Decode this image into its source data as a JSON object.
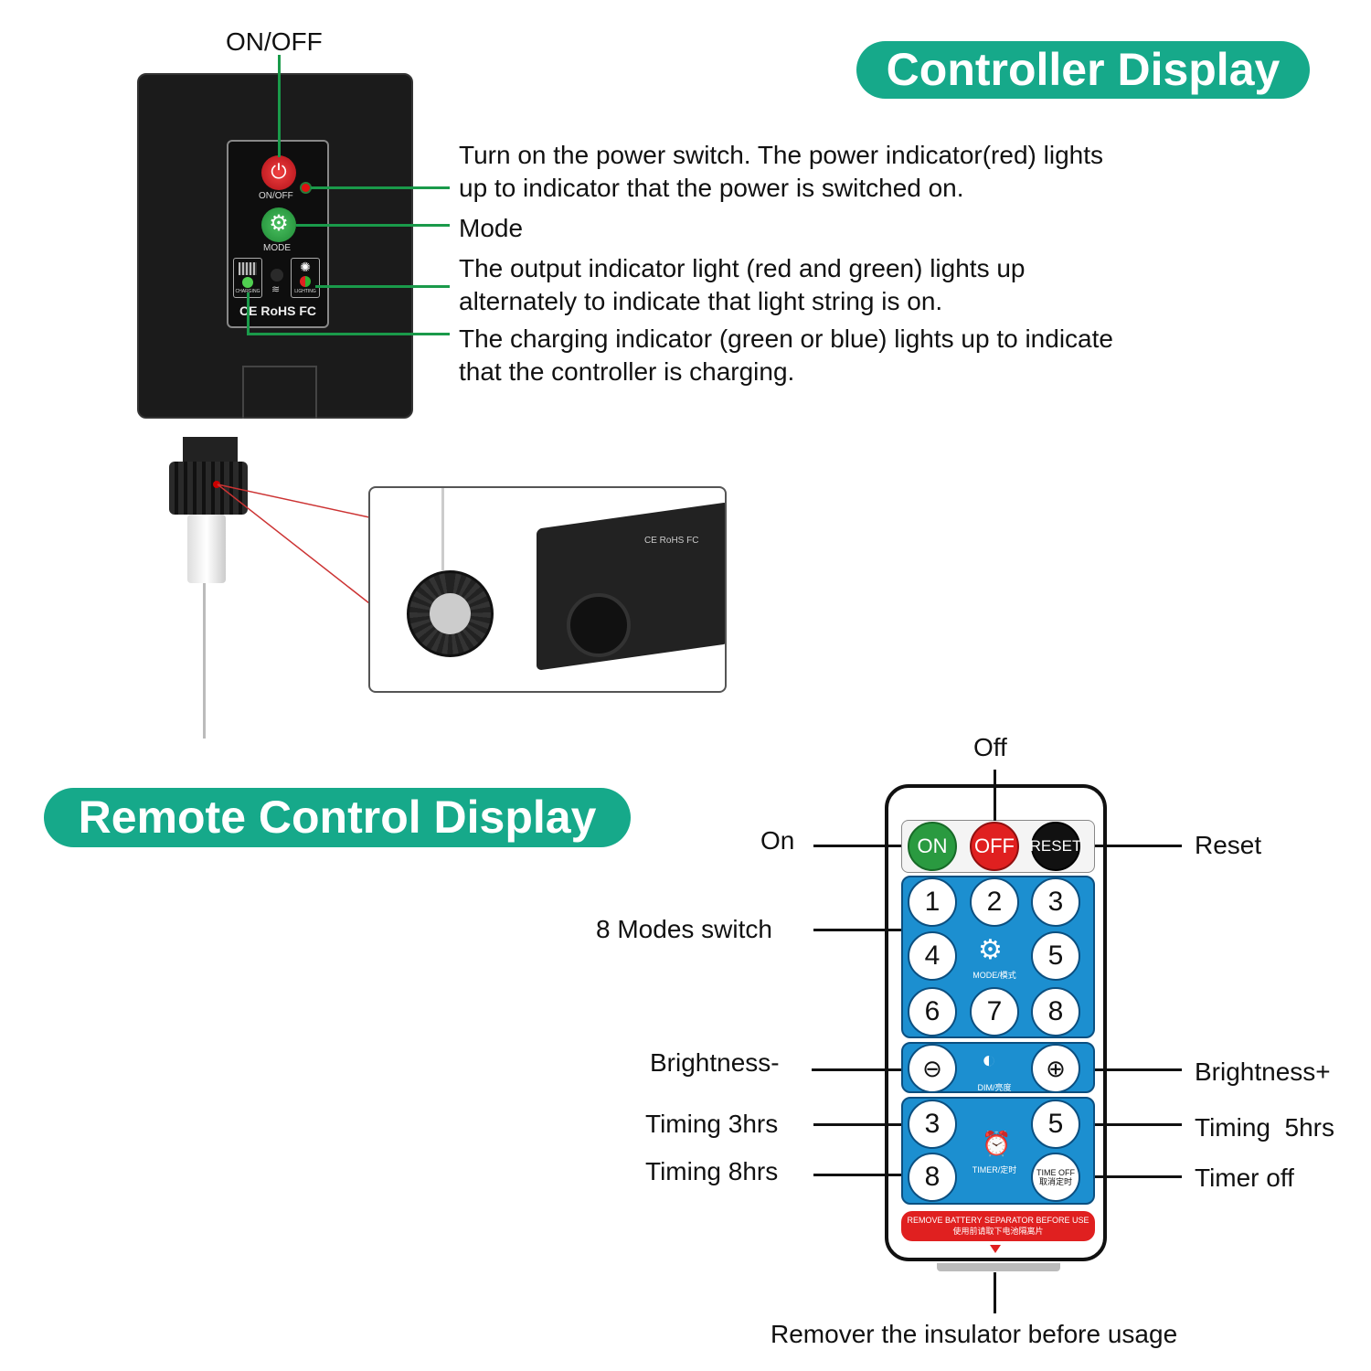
{
  "controller": {
    "title": "Controller Display",
    "onoff_label": "ON/OFF",
    "panel": {
      "power_label": "ON/OFF",
      "mode_label": "MODE",
      "charging_label": "CHARGING",
      "lighting_label": "LIGHTING",
      "certs": "CE RoHS FC"
    },
    "descriptions": [
      {
        "line1": "Turn on the power switch. The power indicator(red) lights",
        "line2": "up to indicator that the power is switched on."
      },
      {
        "line1": "Mode",
        "line2": ""
      },
      {
        "line1": "The output indicator light (red and green) lights up",
        "line2": "alternately to indicate that light string is on."
      },
      {
        "line1": "The charging indicator (green or blue) lights up to indicate",
        "line2": "that the controller is charging."
      }
    ],
    "inset_certs": "CE RoHS FC"
  },
  "remote": {
    "title": "Remote Control Display",
    "buttons": {
      "on": "ON",
      "off": "OFF",
      "reset": "RESET",
      "modes": [
        "1",
        "2",
        "3",
        "4",
        "5",
        "6",
        "7",
        "8"
      ],
      "mode_label": "MODE/模式",
      "dim_label": "DIM/亮度",
      "timer": [
        "3",
        "5",
        "8"
      ],
      "timer_label": "TIMER/定时",
      "time_off": "TIME OFF",
      "time_off_cn": "取消定时"
    },
    "banner": {
      "line1": "REMOVE BATTERY SEPARATOR BEFORE USE",
      "line2": "使用前请取下电池隔离片"
    },
    "labels": {
      "off": "Off",
      "on": "On",
      "reset": "Reset",
      "modes": "8 Modes switch",
      "bright_minus": "Brightness-",
      "bright_plus": "Brightness+",
      "t3": "Timing 3hrs",
      "t8": "Timing 8hrs",
      "t5": "Timing  5hrs",
      "timer_off": "Timer off",
      "insulator": "Remover the insulator before usage"
    }
  },
  "colors": {
    "accent": "#16a98a",
    "remote_blue": "#1c8fd0",
    "power_red": "#d8202a",
    "mode_green": "#2aa84a"
  }
}
